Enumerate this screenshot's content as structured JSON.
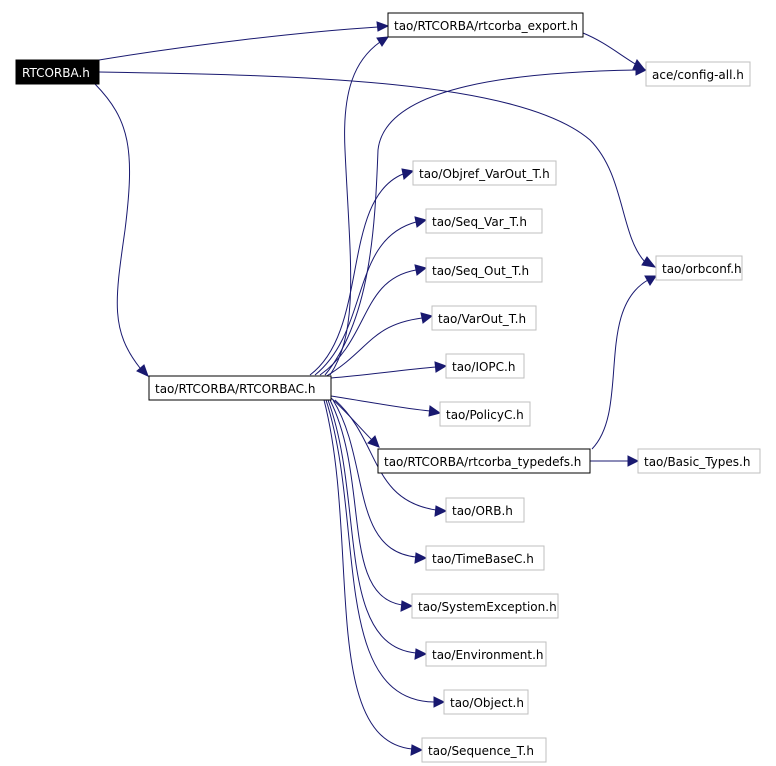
{
  "diagram": {
    "edge_color": "#191970",
    "root_fill": "#000000",
    "nodes": {
      "rtcorba_h": "RTCORBA.h",
      "rtcorba_export_h": "tao/RTCORBA/rtcorba_export.h",
      "config_all_h": "ace/config-all.h",
      "objref_varout_t_h": "tao/Objref_VarOut_T.h",
      "seq_var_t_h": "tao/Seq_Var_T.h",
      "orbconf_h": "tao/orbconf.h",
      "seq_out_t_h": "tao/Seq_Out_T.h",
      "varout_t_h": "tao/VarOut_T.h",
      "rtcorbac_h": "tao/RTCORBA/RTCORBAC.h",
      "iopc_h": "tao/IOPC.h",
      "policyc_h": "tao/PolicyC.h",
      "rtcorba_typedefs_h": "tao/RTCORBA/rtcorba_typedefs.h",
      "basic_types_h": "tao/Basic_Types.h",
      "orb_h": "tao/ORB.h",
      "timebasec_h": "tao/TimeBaseC.h",
      "systemexception_h": "tao/SystemException.h",
      "environment_h": "tao/Environment.h",
      "object_h": "tao/Object.h",
      "sequence_t_h": "tao/Sequence_T.h"
    }
  }
}
